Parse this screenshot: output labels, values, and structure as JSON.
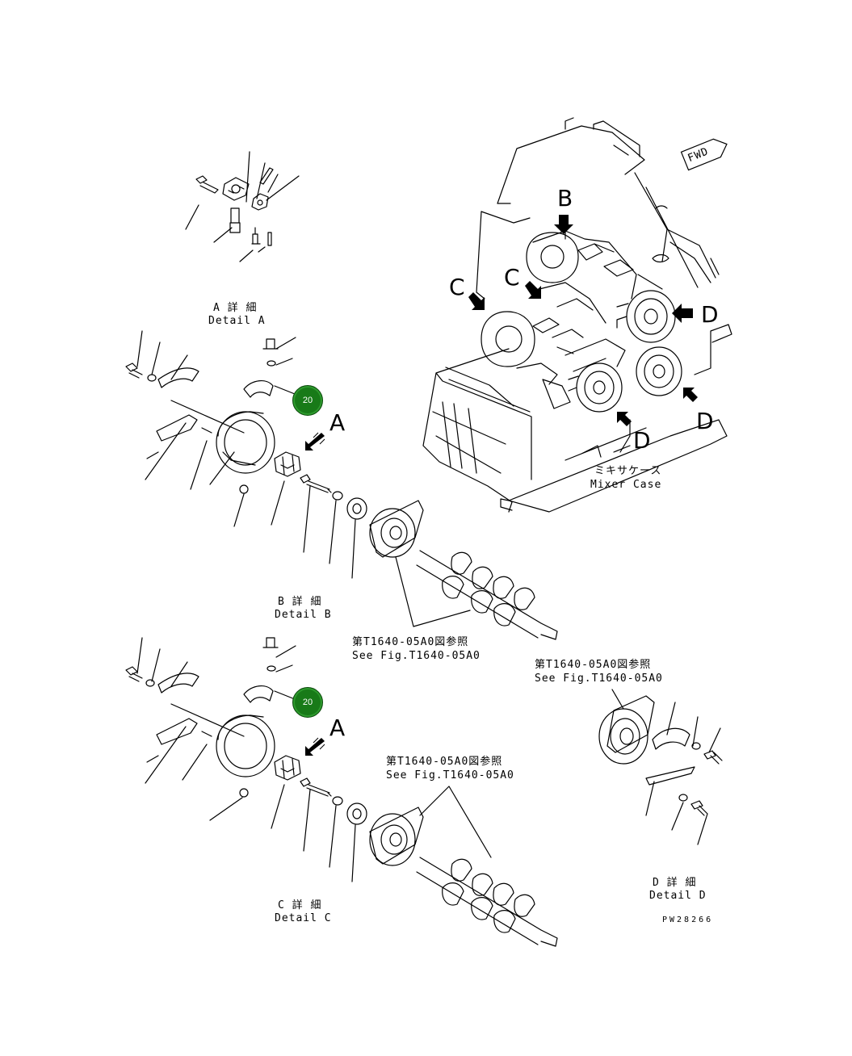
{
  "details": {
    "a": {
      "jp": "A 詳 細",
      "en": "Detail A"
    },
    "b": {
      "jp": "B 詳 細",
      "en": "Detail B"
    },
    "c": {
      "jp": "C 詳 細",
      "en": "Detail C"
    },
    "d": {
      "jp": "D 詳 細",
      "en": "Detail D"
    }
  },
  "mixer_case": {
    "jp": "ミキサケース",
    "en": "Mixer Case"
  },
  "fwd": "FWD",
  "view_letters": {
    "a": "A",
    "b": "B",
    "c": "C",
    "d": "D"
  },
  "references": {
    "jp": "第T1640-05A0図参照",
    "en": "See Fig.T1640-05A0"
  },
  "callouts": {
    "upper": "20",
    "lower": "20"
  },
  "drawing_code": "PW28266",
  "colors": {
    "line": "#000000",
    "callout": "#187a18"
  }
}
